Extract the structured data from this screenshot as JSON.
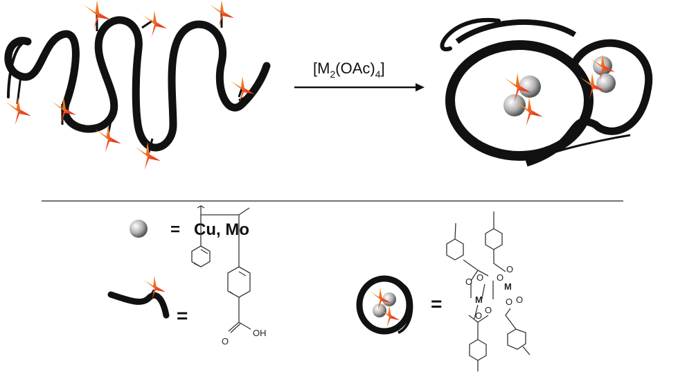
{
  "reaction": {
    "reagent_parts": [
      "[M",
      "2",
      "(OAc)",
      "4",
      "]"
    ]
  },
  "legend": {
    "metal_equals": "=",
    "metal_label": "Cu, Mo",
    "monomer_equals": "=",
    "monomer_oh": "OH",
    "monomer_o": "O",
    "complex_equals": "=",
    "complex_metal": "M",
    "complex_oxygen": "O"
  },
  "colors": {
    "chain": "#111111",
    "star_outer": "#e8321e",
    "star_inner": "#f7d23a",
    "metal": "#b0b0b0"
  }
}
